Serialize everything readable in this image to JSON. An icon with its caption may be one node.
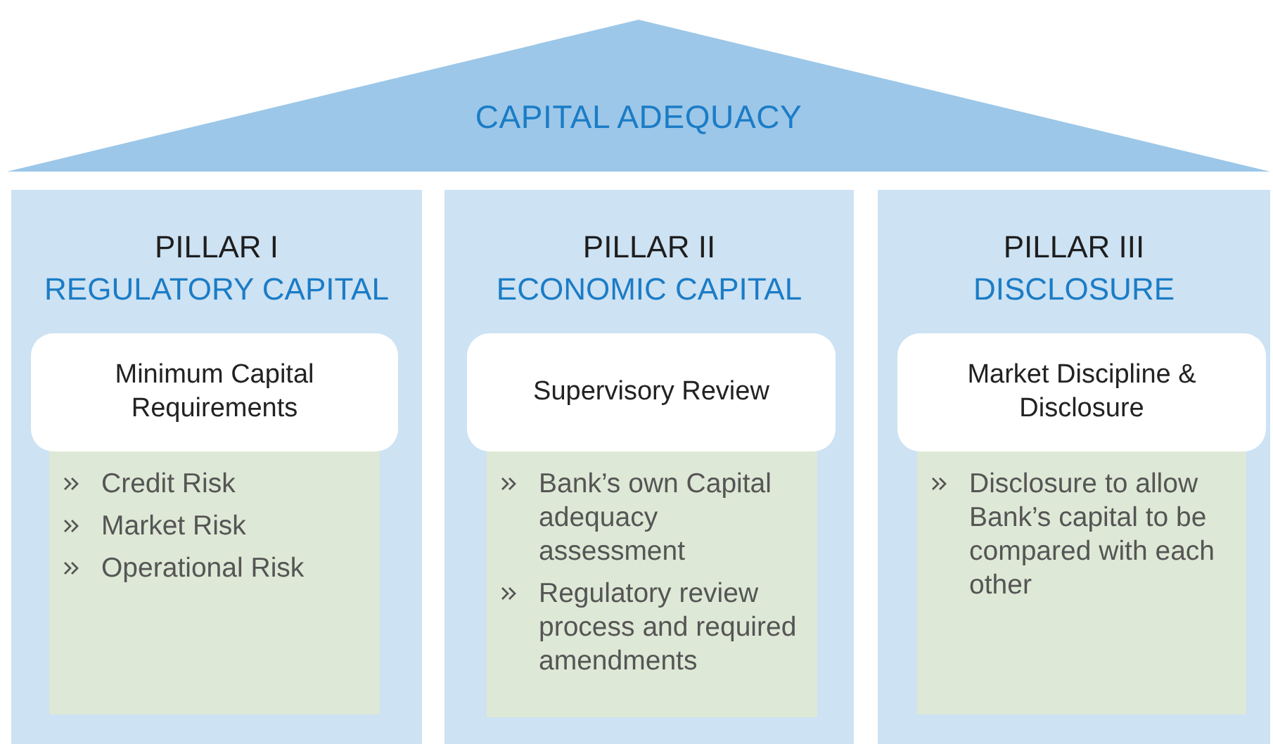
{
  "diagram": {
    "nodes": [
      {
        "text": [
          "CAPITAL ADEQUACY"
        ]
      },
      {
        "text": [
          "PILLAR I",
          "REGULATORY CAPITAL"
        ]
      },
      {
        "text": [
          "Minimum Capital Requirements"
        ],
        "in": 1
      },
      {
        "text": [
          "Credit Risk",
          "Market Risk",
          "Operational Risk"
        ],
        "in": 1
      },
      {
        "text": [
          "PILLAR II",
          "ECONOMIC CAPITAL"
        ]
      },
      {
        "text": [
          "Supervisory Review"
        ],
        "in": 4
      },
      {
        "text": [
          "Bank’s own Capital adequacy assessment",
          "Regulatory review process and required amendments"
        ],
        "in": 4
      },
      {
        "text": [
          "PILLAR III",
          "DISCLOSURE"
        ]
      },
      {
        "text": [
          "Market Discipline & Disclosure"
        ],
        "in": 7
      },
      {
        "text": [
          "Disclosure to allow Bank’s capital to be compared with each other"
        ],
        "in": 7
      }
    ]
  }
}
